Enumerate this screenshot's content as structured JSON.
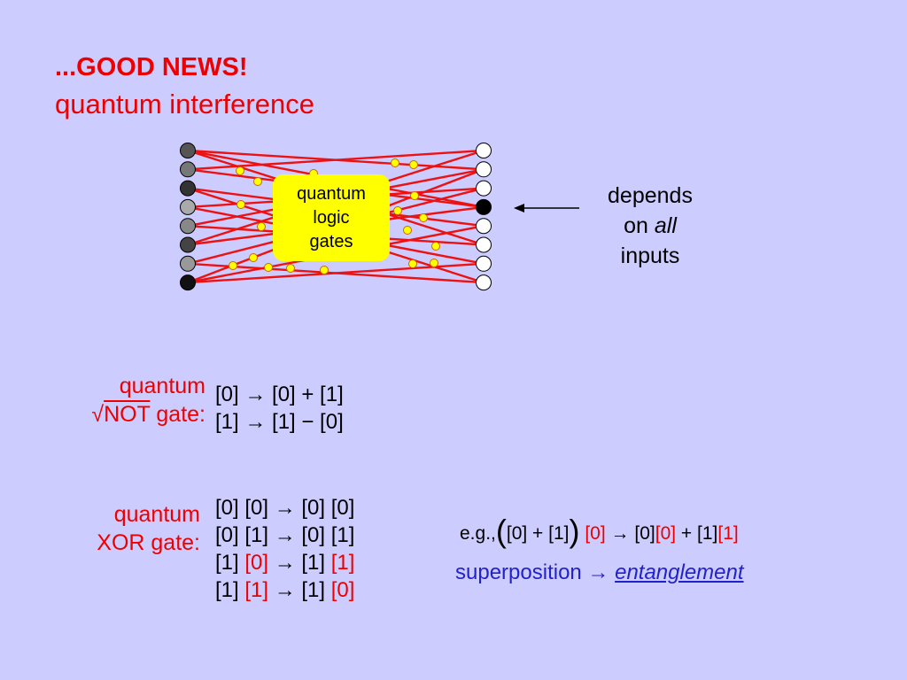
{
  "title": {
    "line1": "...GOOD NEWS!",
    "line2": "quantum interference"
  },
  "colors": {
    "background": "#ccccff",
    "accent_red": "#ee0000",
    "accent_blue": "#2222cc",
    "gate_yellow": "#ffff00"
  },
  "diagram": {
    "gate_lines": [
      "quantum",
      "logic",
      "gates"
    ],
    "input_node_shades": [
      "#555555",
      "#777777",
      "#333333",
      "#aaaaaa",
      "#888888",
      "#444444",
      "#999999",
      "#111111"
    ],
    "output_node_shades": [
      "#ffffff",
      "#ffffff",
      "#ffffff",
      "#000000",
      "#ffffff",
      "#ffffff",
      "#ffffff",
      "#ffffff"
    ],
    "arrow_note": {
      "line1": "depends",
      "line2_prefix": "on ",
      "line2_emph": "all",
      "line3": "inputs"
    }
  },
  "not_gate": {
    "label_line1": "quantum",
    "label_sqrt": "√",
    "label_not": "NOT",
    "label_gate": " gate:",
    "eq1": "[0] → [0] + [1]",
    "eq2": "[1] → [1]  − [0]"
  },
  "xor_gate": {
    "label_line1": "quantum",
    "label_line2": "XOR gate:",
    "rows": [
      {
        "a": "[0] [0]",
        "arrow": " → ",
        "b": "[0] [0]",
        "a_red": "",
        "b_red": ""
      },
      {
        "a": "[0] [1]",
        "arrow": " → ",
        "b": "[0] [1]",
        "a_red": "",
        "b_red": ""
      },
      {
        "a": "[1] ",
        "a_red": "[0]",
        "arrow": " → ",
        "b": "[1] ",
        "b_red": "[1]"
      },
      {
        "a": "[1] ",
        "a_red": "[1]",
        "arrow": " → ",
        "b": "[1] ",
        "b_red": "[0]"
      }
    ]
  },
  "example": {
    "prefix": "e.g.,",
    "lparen": "(",
    "inner": "[0] + [1]",
    "rparen": ")",
    "red1": " [0]",
    "arrow": " → ",
    "t1": "[0]",
    "red2": "[0]",
    "t2": " + [1]",
    "red3": "[1]"
  },
  "superposition": {
    "text": "superposition → ",
    "link": "entanglement"
  }
}
